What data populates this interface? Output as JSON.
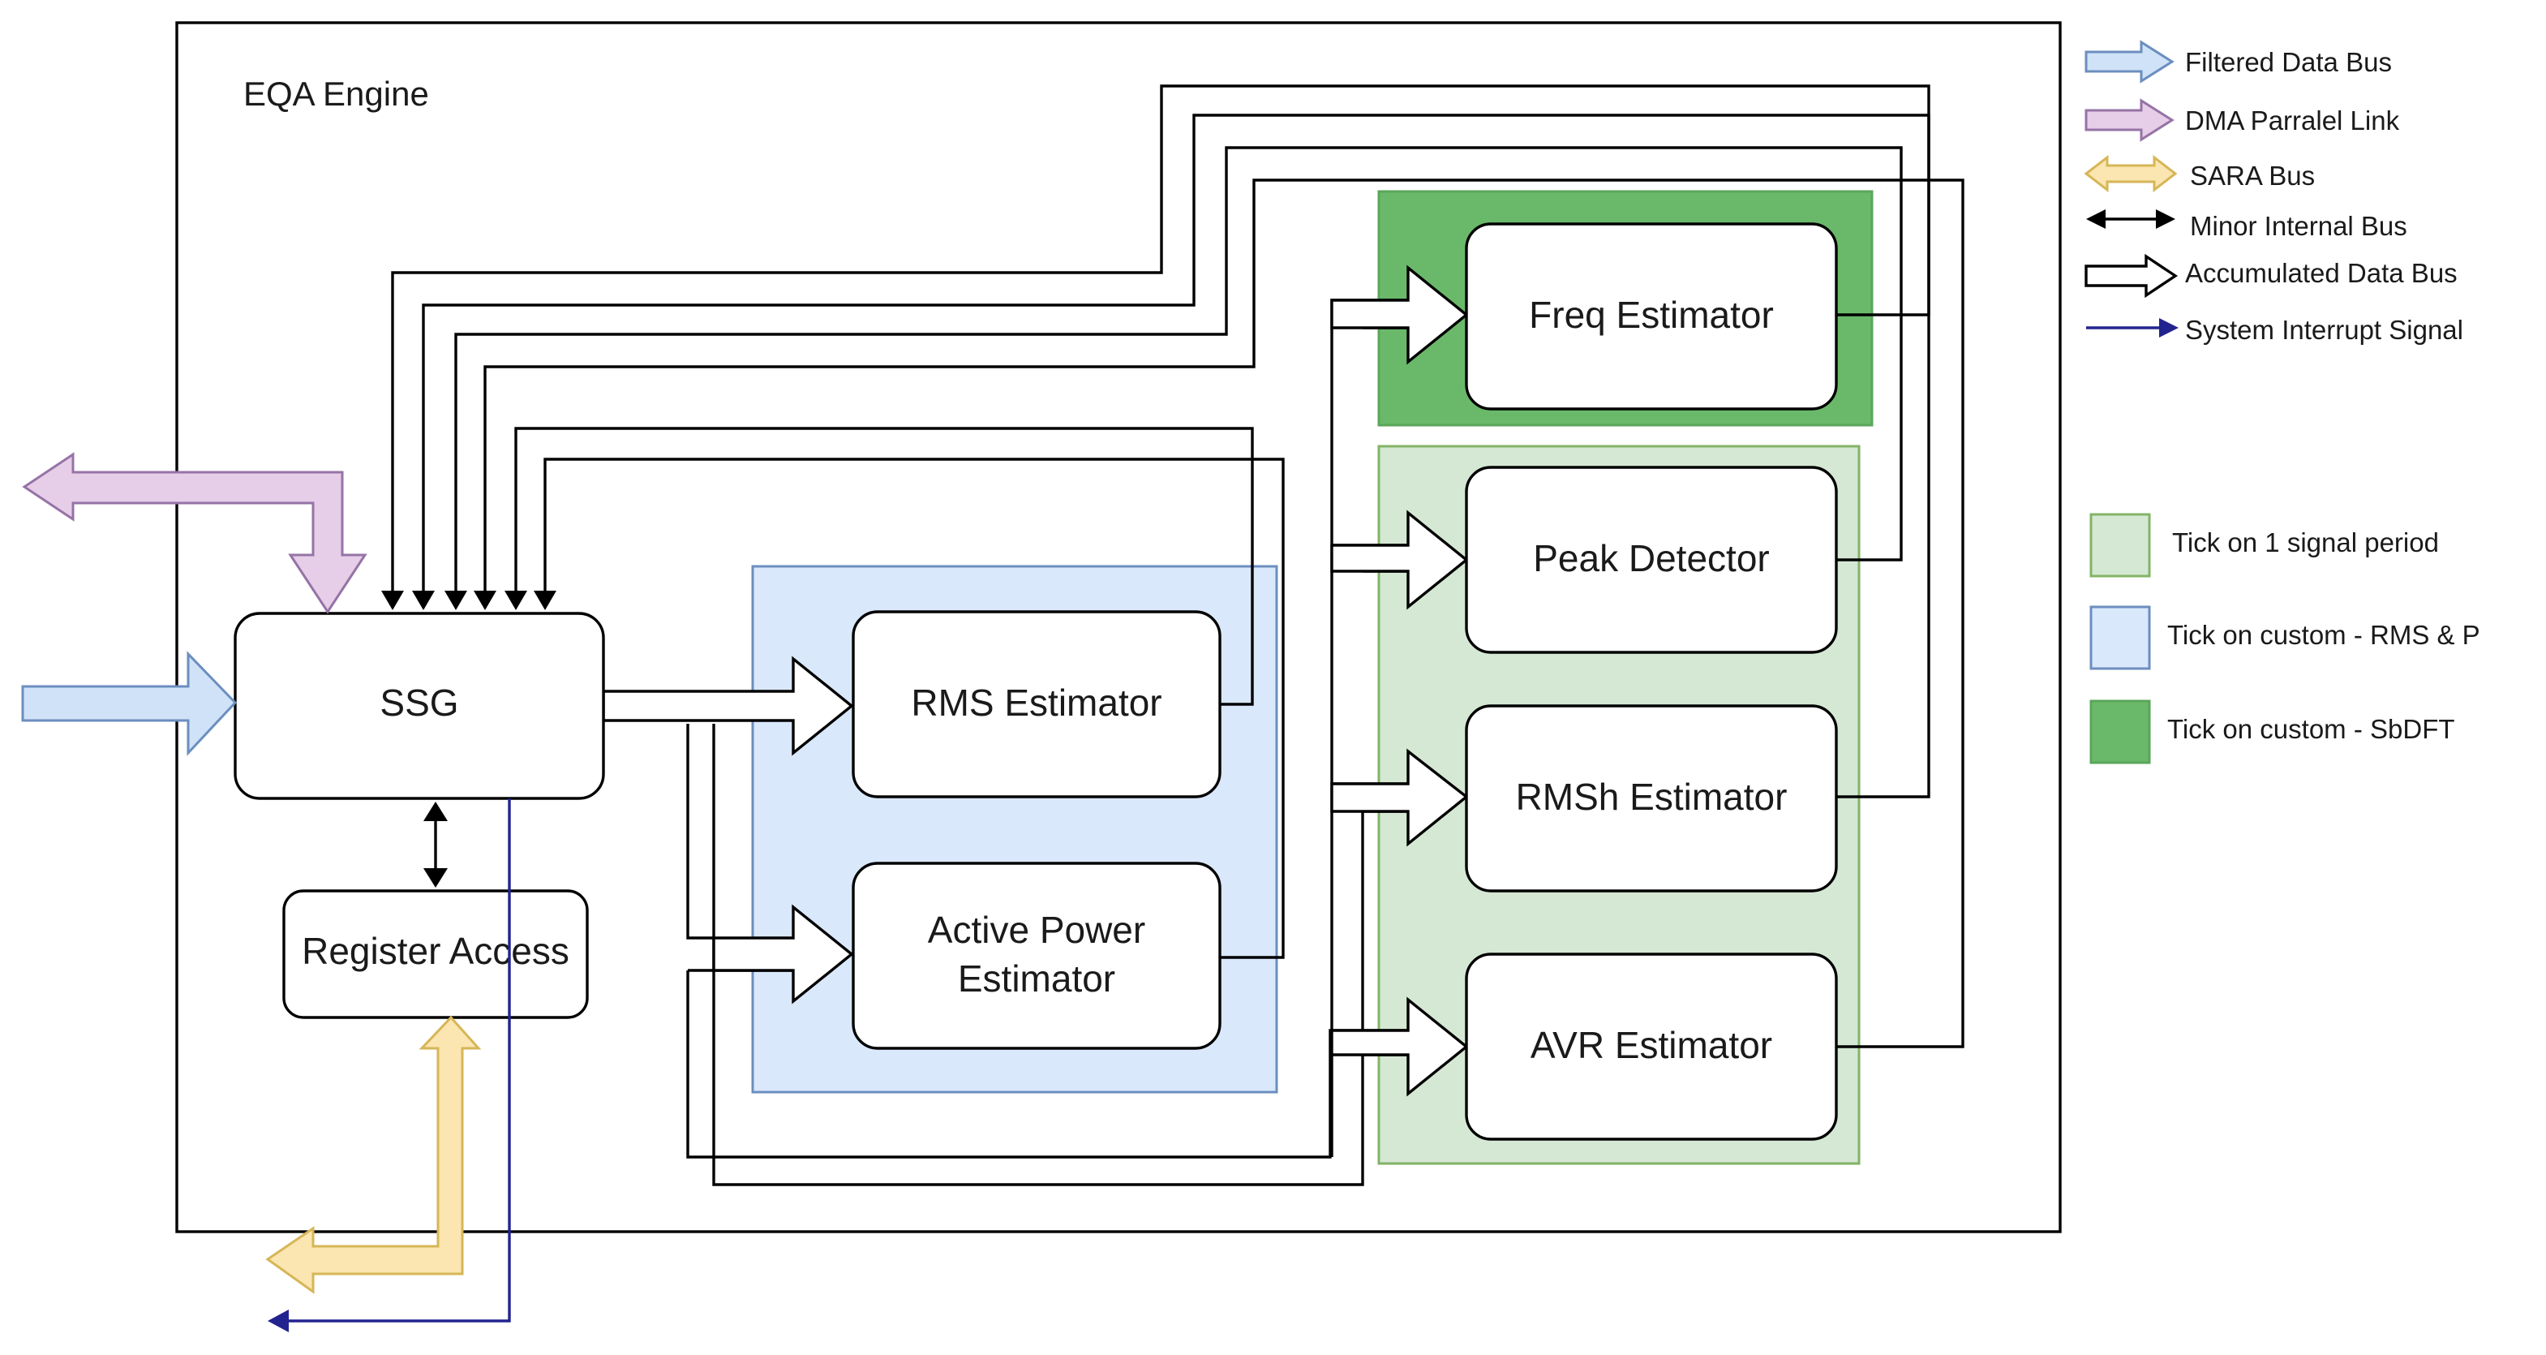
{
  "engine": {
    "title": "EQA Engine"
  },
  "blocks": {
    "ssg": "SSG",
    "register_access": "Register Access",
    "rms_estimator": "RMS Estimator",
    "active_power_line1": "Active Power",
    "active_power_line2": "Estimator",
    "freq_estimator": "Freq Estimator",
    "peak_detector": "Peak Detector",
    "rmsh_estimator": "RMSh Estimator",
    "avr_estimator": "AVR Estimator"
  },
  "legend": {
    "buses": [
      {
        "label": "Filtered Data Bus",
        "color": "#cfe2f7",
        "stroke": "#6c8ebf"
      },
      {
        "label": "DMA Parralel Link",
        "color": "#e6cde8",
        "stroke": "#9673a6"
      },
      {
        "label": "SARA Bus",
        "color": "#fbe5b1",
        "stroke": "#d6b656"
      },
      {
        "label": "Minor Internal Bus",
        "color": "#000000",
        "stroke": "#000000"
      },
      {
        "label": "Accumulated Data Bus",
        "color": "#ffffff",
        "stroke": "#000000"
      },
      {
        "label": "System Interrupt Signal",
        "color": "#23238f",
        "stroke": "#23238f"
      }
    ],
    "ticks": [
      {
        "label": "Tick on 1 signal period",
        "color": "#d5e8d4",
        "stroke": "#82b366"
      },
      {
        "label": "Tick on custom - RMS & P",
        "color": "#dae8fc",
        "stroke": "#6c8ebf"
      },
      {
        "label": "Tick on custom - SbDFT",
        "color": "#6ab96a",
        "stroke": "#5aa65a"
      }
    ]
  }
}
